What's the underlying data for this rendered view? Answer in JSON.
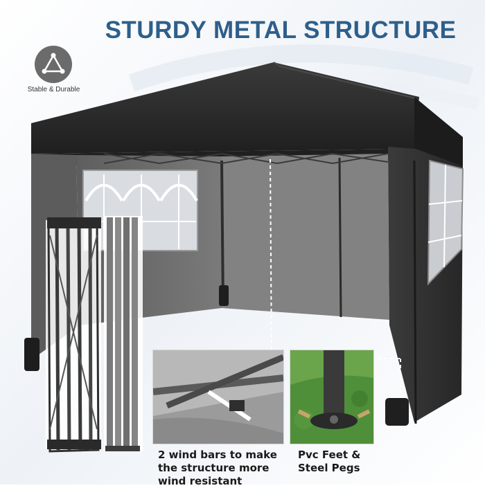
{
  "headline": "STURDY METAL STRUCTURE",
  "badge": {
    "icon": "triangle-structure-icon",
    "label": "Stable & Durable"
  },
  "insets": [
    {
      "caption_lines": [
        "2 wind bars to make",
        "the structure more",
        "wind resistant"
      ]
    },
    {
      "caption_lines": [
        "Pvc Feet &",
        "Steel Pegs"
      ]
    }
  ],
  "colors": {
    "headline": "#2e5f8a",
    "canopy": "#2a2a2a",
    "wall": "#6f6f6f",
    "frame": "#3a3a3a",
    "grass": "#4f8f3a",
    "badge": "#6b6b6b"
  }
}
